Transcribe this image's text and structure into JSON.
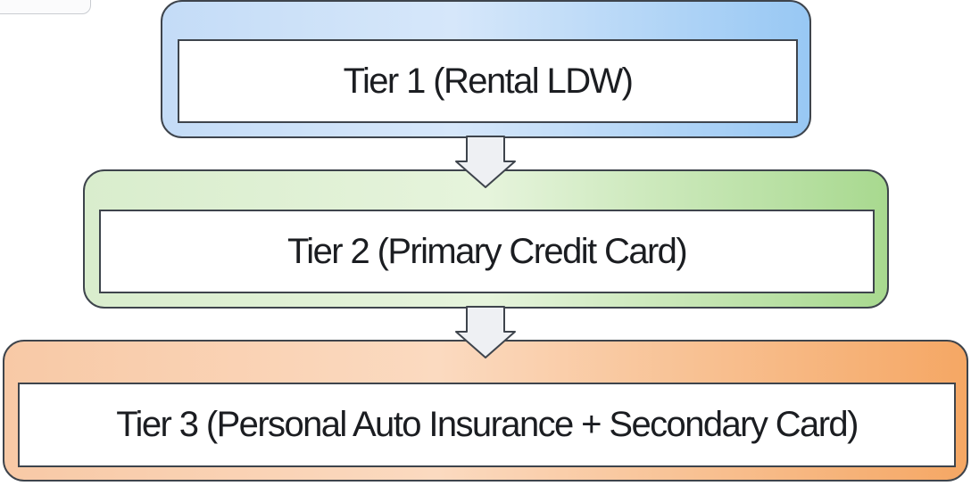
{
  "diagram": {
    "tiers": [
      {
        "label": "Tier 1 (Rental LDW)",
        "color": "#9cc9f3"
      },
      {
        "label": "Tier 2 (Primary Credit Card)",
        "color": "#a8d98f"
      },
      {
        "label": "Tier 3 (Personal Auto Insurance + Secondary Card)",
        "color": "#f5a764"
      }
    ],
    "connectors": [
      {
        "from": "Tier 1",
        "to": "Tier 2",
        "icon": "down-arrow-icon"
      },
      {
        "from": "Tier 2",
        "to": "Tier 3",
        "icon": "down-arrow-icon"
      }
    ]
  }
}
